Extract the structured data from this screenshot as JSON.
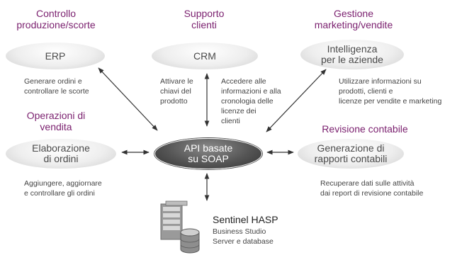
{
  "headings": {
    "controllo": [
      "Controllo",
      "produzione/scorte"
    ],
    "supporto": [
      "Supporto",
      "clienti"
    ],
    "gestione": [
      "Gestione",
      "marketing/vendite"
    ],
    "operazioni": [
      "Operazioni di",
      "vendita"
    ],
    "revisione": "Revisione contabile"
  },
  "ovals": {
    "erp": "ERP",
    "crm": "CRM",
    "intelligenza": [
      "Intelligenza",
      "per le aziende"
    ],
    "elaborazione": [
      "Elaborazione",
      "di ordini"
    ],
    "api": [
      "API basate",
      "su SOAP"
    ],
    "generazione": [
      "Generazione di",
      "rapporti contabili"
    ]
  },
  "descriptions": {
    "erp": [
      "Generare ordini e",
      "controllare le scorte"
    ],
    "crm_left": [
      "Attivare le",
      "chiavi del",
      "prodotto"
    ],
    "crm_right": [
      "Accedere alle",
      "informazioni e alla",
      "cronologia delle",
      "licenze dei",
      "clienti"
    ],
    "intelligenza": [
      "Utilizzare informazioni su",
      "prodotti, clienti e",
      "licenze per vendite e marketing"
    ],
    "elaborazione": [
      "Aggiungere, aggiornare",
      "e controllare gli ordini"
    ],
    "generazione": [
      "Recuperare dati sulle attività",
      "dai report di revisione contabile"
    ]
  },
  "server": {
    "title": "Sentinel HASP",
    "subtitle": [
      "Business Studio",
      "Server e database"
    ]
  },
  "colors": {
    "heading": "#7a1f6e",
    "arrow": "#333333",
    "center_oval": "#4d4d4d"
  }
}
